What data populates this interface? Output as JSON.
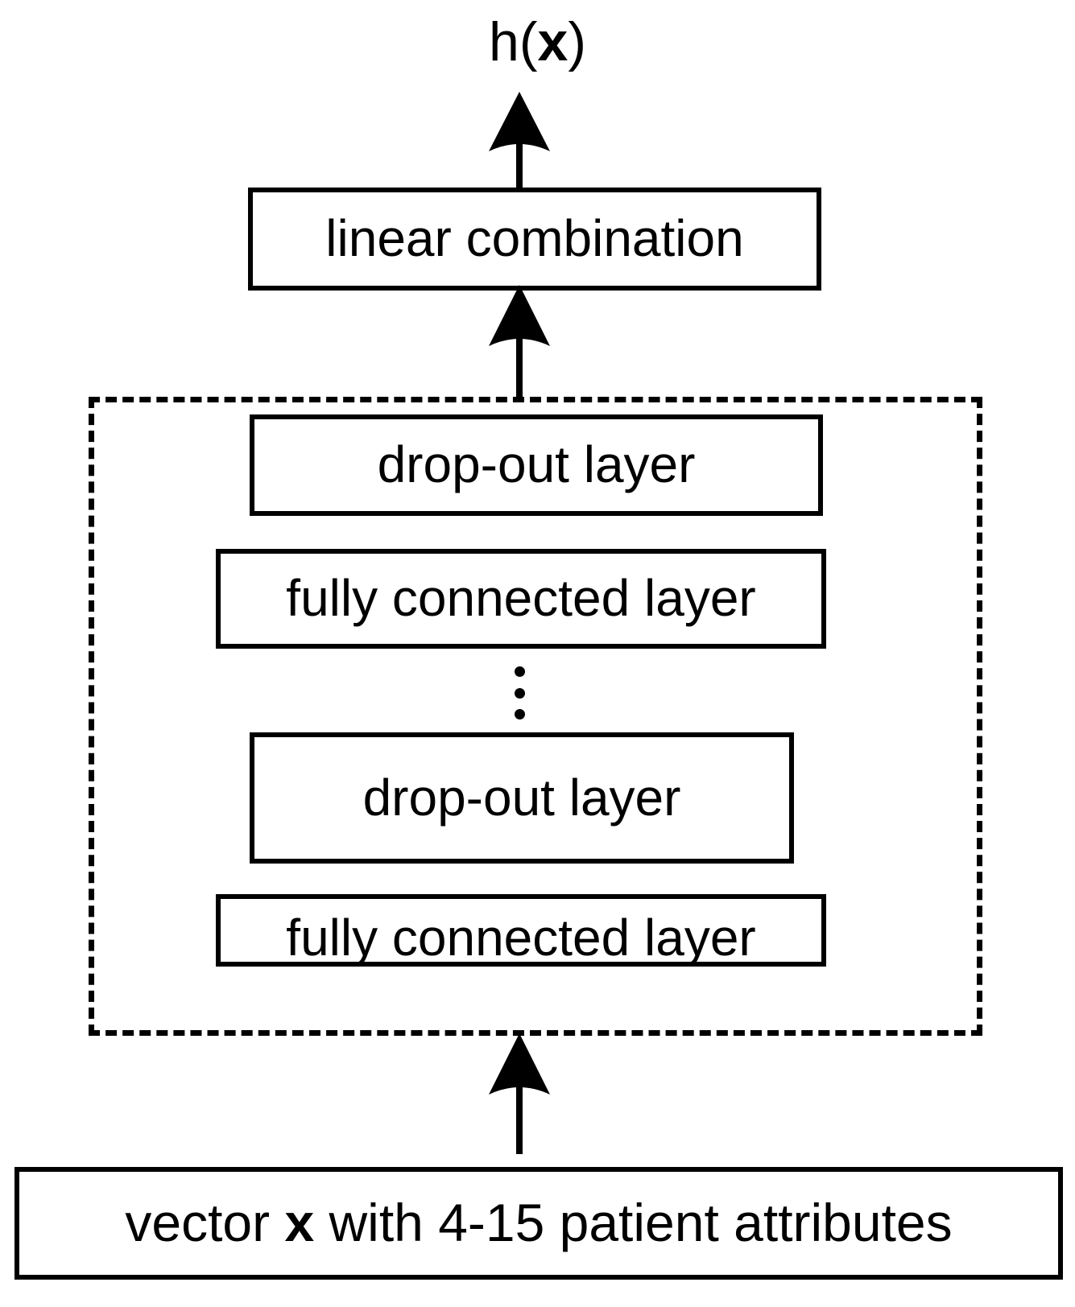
{
  "diagram": {
    "title": "neural network architecture for patient attribute regression",
    "background_color": "#ffffff",
    "stroke_color": "#000000",
    "output_label": {
      "prefix": "h(",
      "variable": "x",
      "suffix": ")"
    },
    "nodes": {
      "linear_combination": "linear combination",
      "dropout_top": "drop-out layer",
      "fully_connected_top": "fully connected layer",
      "dropout_bottom": "drop-out layer",
      "fully_connected_bottom": "fully connected layer",
      "input_prefix": "vector ",
      "input_variable": "x",
      "input_suffix": " with 4-15 patient attributes"
    },
    "ellipsis": {
      "symbol": "vertical-ellipsis",
      "dot_count": 3
    },
    "group": {
      "style": "dashed",
      "label": ""
    },
    "arrows": [
      {
        "name": "input-to-hidden-block",
        "direction": "up"
      },
      {
        "name": "hidden-block-to-linear-combination",
        "direction": "up"
      },
      {
        "name": "linear-combination-to-output",
        "direction": "up"
      }
    ]
  }
}
